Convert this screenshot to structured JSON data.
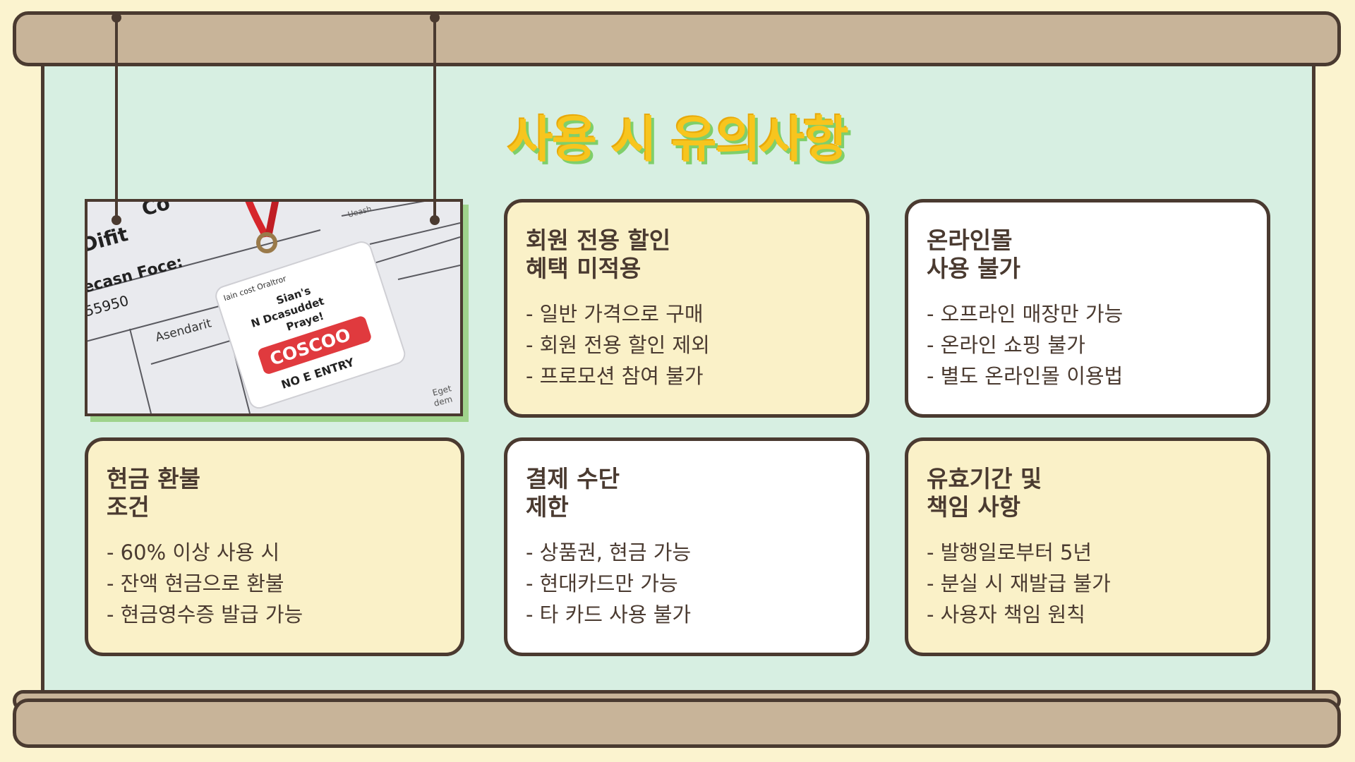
{
  "title": "사용 시 유의사항",
  "photo": {
    "texts": [
      "Difit",
      "Co",
      "ecasn Foce:",
      "55950",
      "Asendarit",
      "Iain cost Oraltror",
      "Sian's",
      "N Dcasuddet",
      "Praye!",
      "COSCOO",
      "NO E ENTRY",
      "Ueash",
      "Eget",
      "dem"
    ],
    "colors": {
      "tag": "#ffffff",
      "badge": "#e03a3e",
      "lanyard": "#d6262c"
    }
  },
  "cards": [
    {
      "heading": "회원 전용 할인\n혜택 미적용",
      "items": [
        "- 일반 가격으로 구매",
        "- 회원 전용 할인 제외",
        "- 프로모션 참여 불가"
      ]
    },
    {
      "heading": "온라인몰\n사용 불가",
      "items": [
        "- 오프라인 매장만 가능",
        "- 온라인 쇼핑 불가",
        "- 별도 온라인몰 이용법"
      ]
    },
    {
      "heading": "현금 환불\n조건",
      "items": [
        "- 60% 이상 사용 시",
        "- 잔액 현금으로 환불",
        "- 현금영수증 발급 가능"
      ]
    },
    {
      "heading": "결제 수단\n제한",
      "items": [
        "- 상품권, 현금 가능",
        "- 현대카드만 가능",
        "- 타 카드 사용 불가"
      ]
    },
    {
      "heading": "유효기간 및\n책임 사항",
      "items": [
        "- 발행일로부터 5년",
        "- 분실 시 재발급 불가",
        "- 사용자 책임 원칙"
      ]
    }
  ],
  "colors": {
    "background": "#fbf3cf",
    "board": "#d7efe2",
    "rod": "#c8b499",
    "outline": "#4a3a30",
    "title": "#f7c51e",
    "title_shadow": "#7fcf6a",
    "card_cream": "#faf1c8",
    "card_white": "#ffffff"
  }
}
